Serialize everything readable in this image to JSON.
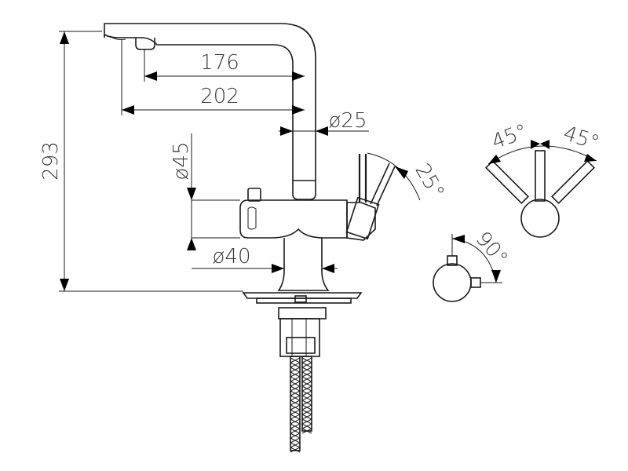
{
  "dimensions": {
    "height_total": "293",
    "spout_reach_inner": "176",
    "spout_reach_outer": "202",
    "stem_diameter": "ø25",
    "body_diameter": "ø45",
    "base_diameter": "ø40",
    "lever_tilt_angle": "25°",
    "lever_left_angle": "45°",
    "lever_right_angle": "45°",
    "knob_rotation_angle": "90°"
  },
  "colors": {
    "line": "#1a1a1a",
    "text": "#3a3a3a",
    "background": "#ffffff"
  }
}
